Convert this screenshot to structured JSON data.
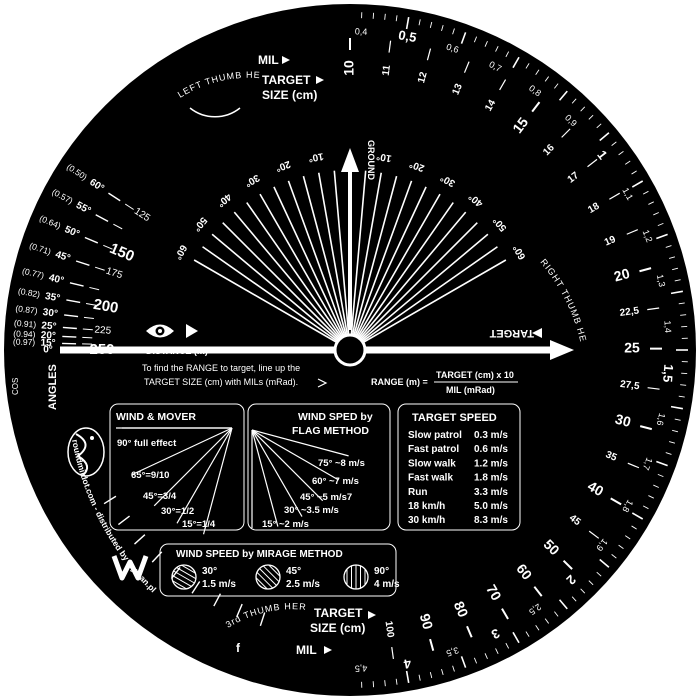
{
  "colors": {
    "disc": "#000000",
    "ink": "#ffffff",
    "page": "#ffffff"
  },
  "icons": {
    "eye": "eye-icon",
    "brand": "w-logo-icon",
    "emblem": "salamander-emblem-icon"
  },
  "labels": {
    "left_thumb": "LEFT THUMB HERE",
    "right_thumb": "RIGHT THUMB HERE",
    "third_thumb": "3rd THUMB HERE",
    "mil_top": "MIL",
    "target_size_top_1": "TARGET",
    "target_size_top_2": "SIZE (cm)",
    "mil_bottom": "MIL",
    "target_size_bottom_1": "TARGET",
    "target_size_bottom_2": "SIZE (cm)",
    "ground": "GROUND",
    "distance": "DISTANCE (m)",
    "target": "TARGET",
    "instruction_1": "To find the RANGE to target, line up the",
    "instruction_2": "TARGET SIZE (cm) with MILs (mRad).",
    "range_lhs": "RANGE (m) =",
    "range_num": "TARGET (cm) x 10",
    "range_den": "MIL (mRad)",
    "cos": "COS",
    "angles": "ANGLES",
    "website": "roundmildot.com - distributed by myman.pl"
  },
  "angle_scale": [
    {
      "cos": "(0.50)",
      "deg": "60°",
      "dist": "125"
    },
    {
      "cos": "(0.57)",
      "deg": "55°",
      "dist": ""
    },
    {
      "cos": "(0.64)",
      "deg": "50°",
      "dist": "150"
    },
    {
      "cos": "(0.71)",
      "deg": "45°",
      "dist": "175"
    },
    {
      "cos": "(0.77)",
      "deg": "40°",
      "dist": ""
    },
    {
      "cos": "(0.82)",
      "deg": "35°",
      "dist": "200"
    },
    {
      "cos": "(0.87)",
      "deg": "30°",
      "dist": ""
    },
    {
      "cos": "(0.91)",
      "deg": "25°",
      "dist": "225"
    },
    {
      "cos": "(0.94)",
      "deg": "20°",
      "dist": ""
    },
    {
      "cos": "(0.97)",
      "deg": "15°",
      "dist": ""
    },
    {
      "cos": "",
      "deg": "0°",
      "dist": "250"
    }
  ],
  "fan_labels": [
    "60°",
    "50°",
    "40°",
    "30°",
    "20°",
    "10°",
    "10°",
    "20°",
    "30°",
    "40°",
    "50°",
    "60°"
  ],
  "target_size_ring": [
    "10",
    "11",
    "12",
    "13",
    "14",
    "15",
    "16",
    "17",
    "18",
    "19",
    "20",
    "22,5",
    "25",
    "27,5",
    "30",
    "35",
    "40",
    "45",
    "50",
    "60",
    "70",
    "80",
    "90",
    "100"
  ],
  "mil_ring": [
    "0,4",
    "0,5",
    "0,6",
    "0,7",
    "0,8",
    "0,9",
    "1",
    "1,1",
    "1,2",
    "1,3",
    "1,4",
    "1,5",
    "1,6",
    "1,7",
    "1,8",
    "1,9",
    "2",
    "2,5",
    "3",
    "3,5",
    "4",
    "4,5"
  ],
  "wind_mover": {
    "title": "WIND & MOVER",
    "rows": [
      "90° full effect",
      "65°=9/10",
      "45°=3/4",
      "30°=1/2",
      "15°=1/4"
    ]
  },
  "flag_method": {
    "title_1": "WIND SPED by",
    "title_2": "FLAG METHOD",
    "rows": [
      "75° ~8 m/s",
      "60° ~7 m/s",
      "45° ~5 m/s7",
      "30° ~3.5 m/s",
      "15° ~2 m/s"
    ]
  },
  "target_speed": {
    "title": "TARGET SPEED",
    "rows": [
      {
        "name": "Slow patrol",
        "speed": "0.3 m/s"
      },
      {
        "name": "Fast patrol",
        "speed": "0.6 m/s"
      },
      {
        "name": "Slow walk",
        "speed": "1.2 m/s"
      },
      {
        "name": "Fast walk",
        "speed": "1.8 m/s"
      },
      {
        "name": "Run",
        "speed": "3.3 m/s"
      },
      {
        "name": "18 km/h",
        "speed": "5.0 m/s"
      },
      {
        "name": "30 km/h",
        "speed": "8.3 m/s"
      }
    ]
  },
  "mirage": {
    "title": "WIND SPEED by MIRAGE METHOD",
    "items": [
      {
        "deg": "30°",
        "speed": "1.5 m/s"
      },
      {
        "deg": "45°",
        "speed": "2.5 m/s"
      },
      {
        "deg": "90°",
        "speed": "4 m/s"
      }
    ]
  }
}
